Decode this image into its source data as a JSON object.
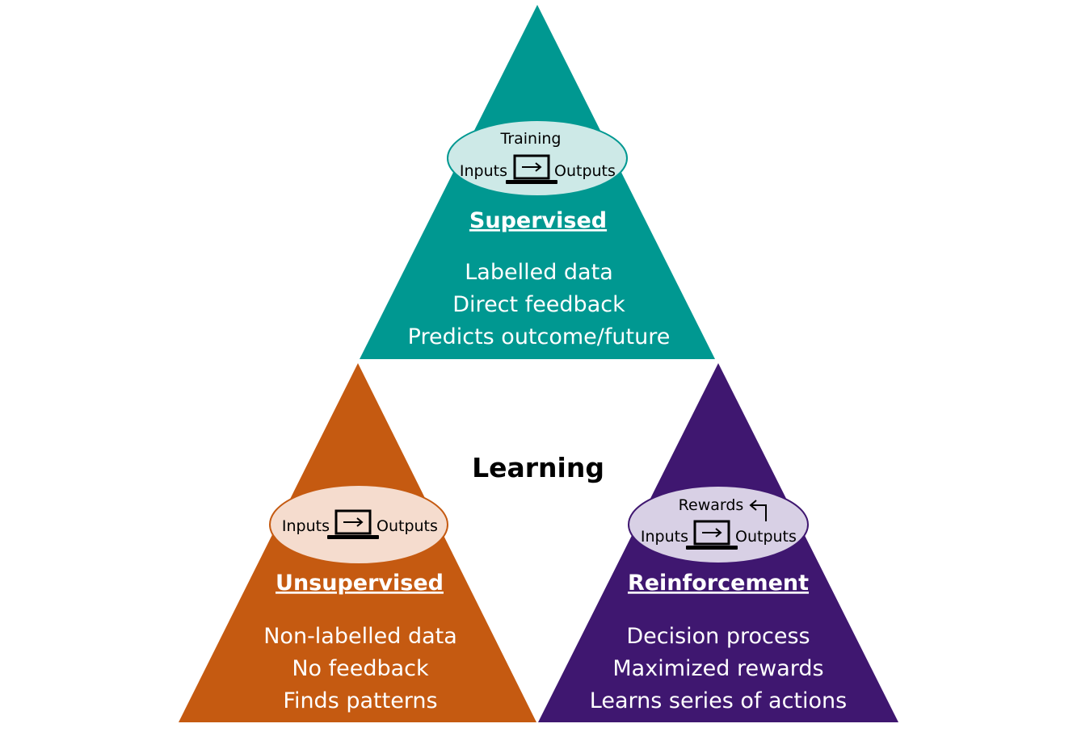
{
  "center": {
    "title": "Learning"
  },
  "colors": {
    "supervised": "#009891",
    "supervised_ellipse": "#cde9e7",
    "unsupervised": "#c55a11",
    "unsupervised_ellipse": "#f5dcce",
    "reinforcement": "#3f1770",
    "reinforcement_ellipse": "#d8d0e5",
    "text_light": "#ffffff",
    "text_dark": "#000000"
  },
  "supervised": {
    "title": "Supervised",
    "lines": [
      "Labelled data",
      "Direct feedback",
      "Predicts outcome/future"
    ],
    "ellipse": {
      "top": "Training",
      "left": "Inputs",
      "right": "Outputs"
    },
    "icon": "laptop-arrow-icon"
  },
  "unsupervised": {
    "title": "Unsupervised",
    "lines": [
      "Non-labelled data",
      "No feedback",
      "Finds patterns"
    ],
    "ellipse": {
      "left": "Inputs",
      "right": "Outputs"
    },
    "icon": "laptop-arrow-icon"
  },
  "reinforcement": {
    "title": "Reinforcement",
    "lines": [
      "Decision process",
      "Maximized rewards",
      "Learns series of actions"
    ],
    "ellipse": {
      "top": "Rewards",
      "left": "Inputs",
      "right": "Outputs"
    },
    "icon": "laptop-arrow-icon"
  }
}
